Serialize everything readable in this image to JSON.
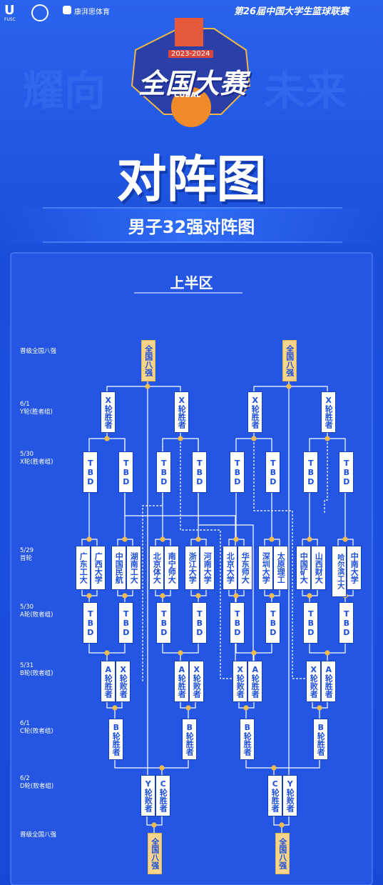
{
  "header": {
    "org_short": "FUSC",
    "sponsor": "康湃思体育",
    "league_title": "第26届中国大学生篮球联赛",
    "season": "2023-2024",
    "logo_main": "全国大赛",
    "logo_sub": "CUBAL",
    "bg_slogan_left": "耀向",
    "bg_slogan_right": "未来"
  },
  "title": "对阵图",
  "subtitle": "男子32强对阵图",
  "half": "上半区",
  "rounds": {
    "final8_top": "晋级全国八强",
    "y_date": "6/1",
    "y_name": "Y轮(胜者组)",
    "x_date": "5/30",
    "x_name": "X轮(胜者组)",
    "r1_date": "5/29",
    "r1_name": "首轮",
    "a_date": "5/30",
    "a_name": "A轮(败者组)",
    "b_date": "5/31",
    "b_name": "B轮(败者组)",
    "c_date": "6/1",
    "c_name": "C轮(败者组)",
    "d_date": "6/2",
    "d_name": "D轮(败者组)",
    "final8_bottom": "晋级全国八强"
  },
  "boxes": {
    "final8": "全国八强",
    "x_winner": "X轮胜者",
    "tbd": "TBD",
    "a_winner": "A轮胜者",
    "x_loser": "X轮败者",
    "b_winner": "B轮胜者",
    "y_loser": "Y轮败者",
    "c_winner": "C轮胜者"
  },
  "teams": [
    "广东工大",
    "广西大学",
    "中国民航",
    "湖南工大",
    "北京体大",
    "南宁师大",
    "浙江大学",
    "河南大学",
    "北京大学",
    "华东师大",
    "深圳大学",
    "太原理工",
    "中国矿大",
    "山西财大",
    "哈尔滨工大",
    "中南大学"
  ],
  "colors": {
    "bg": "#1d4fdc",
    "line": "#ffffff",
    "dot": "#f2bd4c",
    "gold": "#f6d48c"
  }
}
